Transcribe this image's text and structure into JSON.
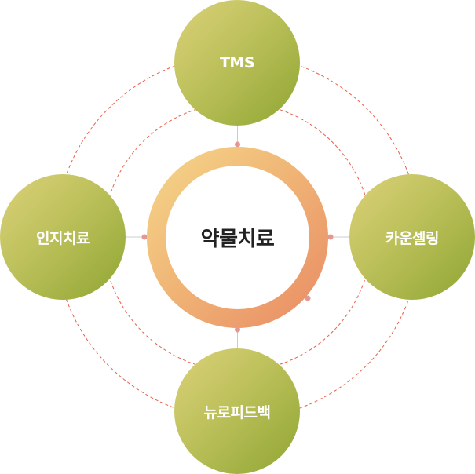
{
  "center": {
    "label": "약물치료"
  },
  "nodes": {
    "top": {
      "label": "TMS"
    },
    "left": {
      "label": "인지치료"
    },
    "right": {
      "label": "카운셀링"
    },
    "bottom": {
      "label": "뉴로피드백"
    }
  },
  "colors": {
    "node_gradient_start": "#dcd27a",
    "node_gradient_end": "#8fa632",
    "center_gradient_start": "#f5d88a",
    "center_gradient_end": "#e98a64",
    "dashed_line": "#e8604a",
    "connector_line": "#cccccc",
    "connector_dot": "#e49890"
  }
}
